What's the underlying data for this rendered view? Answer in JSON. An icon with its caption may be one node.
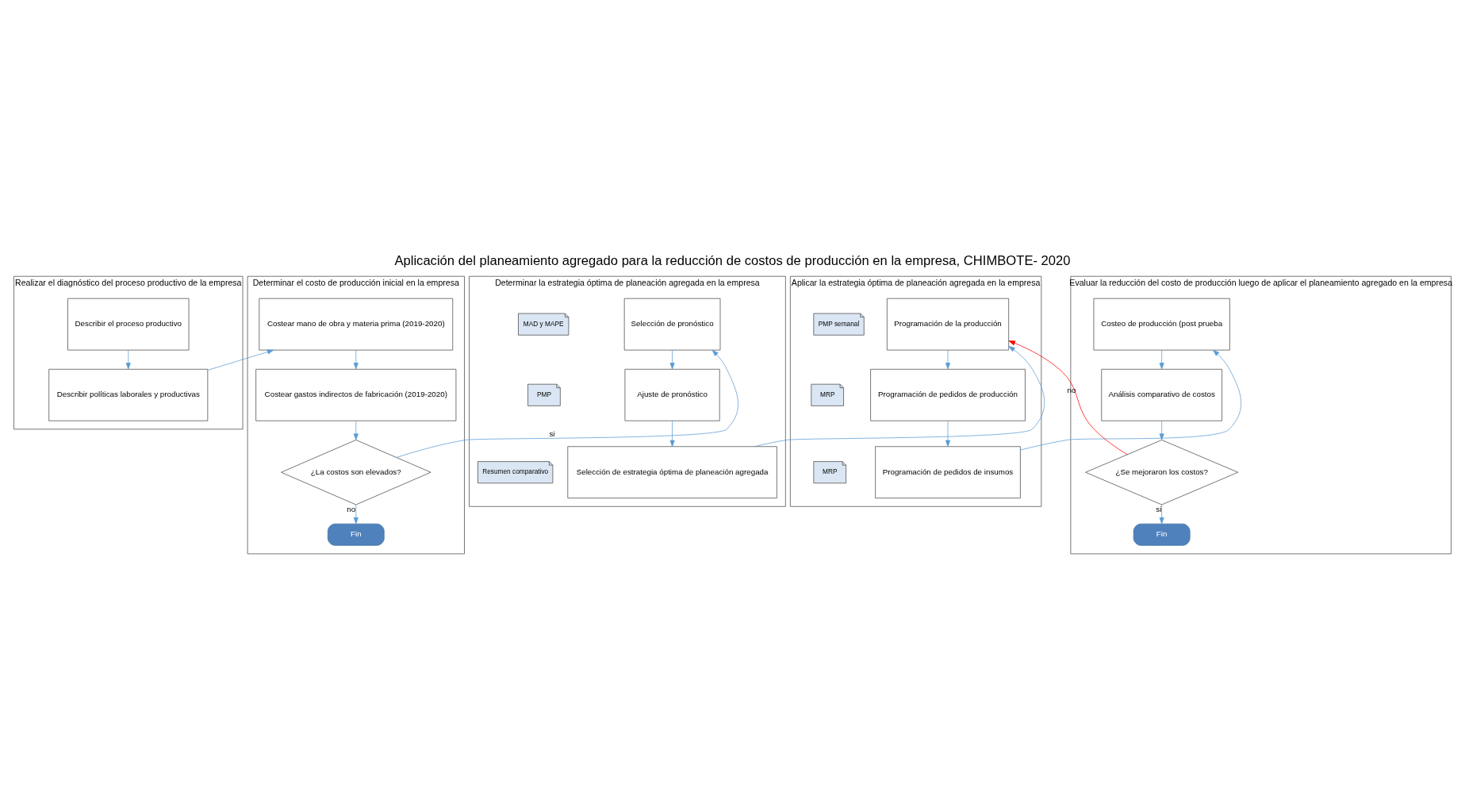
{
  "diagram": {
    "title": "Aplicación del planeamiento agregado para la reducción de costos de producción en la empresa, CHIMBOTE- 2020",
    "nodes": [
      {
        "text": [
          "Realizar el diagnóstico del proceso productivo de la empresa"
        ]
      },
      {
        "text": [
          "Describir el proceso productivo"
        ],
        "in": 0
      },
      {
        "text": [
          "Describir políticas laborales y productivas"
        ],
        "in": 0
      },
      {
        "text": [
          "Determinar el costo de producción inicial en la empresa"
        ]
      },
      {
        "text": [
          "Costear mano de obra y materia prima (2019-2020)"
        ],
        "in": 3
      },
      {
        "text": [
          "Costear gastos indirectos de fabricación (2019-2020)"
        ],
        "in": 3
      },
      {
        "text": [
          "¿La costos son elevados?"
        ],
        "in": 3
      },
      {
        "text": [
          "Fin"
        ],
        "in": 3
      },
      {
        "text": [
          "Determinar la estrategia óptima de planeación agregada en la empresa"
        ]
      },
      {
        "text": [
          "Selección de pronóstico"
        ],
        "in": 8
      },
      {
        "text": [
          "MAD y MAPE"
        ],
        "in": 8
      },
      {
        "text": [
          "Ajuste de pronóstico"
        ],
        "in": 8
      },
      {
        "text": [
          "PMP"
        ],
        "in": 8
      },
      {
        "text": [
          "Selección de estrategia óptima de planeación agregada"
        ],
        "in": 8
      },
      {
        "text": [
          "Resumen comparativo"
        ],
        "in": 8
      },
      {
        "text": [
          "Aplicar la estrategia óptima de planeación agregada en la empresa"
        ]
      },
      {
        "text": [
          "Programación de la producción"
        ],
        "in": 15
      },
      {
        "text": [
          "PMP semanal"
        ],
        "in": 15
      },
      {
        "text": [
          "Programación de pedidos de producción"
        ],
        "in": 15
      },
      {
        "text": [
          "MRP"
        ],
        "in": 15
      },
      {
        "text": [
          "Programación de pedidos de insumos"
        ],
        "in": 15
      },
      {
        "text": [
          "MRP"
        ],
        "in": 15
      },
      {
        "text": [
          "Evaluar la reducción del costo de producción luego de aplicar el planeamiento agregado en la empresa"
        ]
      },
      {
        "text": [
          "Costeo de producción (post prueba"
        ],
        "in": 22
      },
      {
        "text": [
          "Análisis comparativo de costos"
        ],
        "in": 22
      },
      {
        "text": [
          "¿Se mejoraron los costos?"
        ],
        "in": 22
      },
      {
        "text": [
          "Fin"
        ],
        "in": 22
      }
    ],
    "edges": [
      {
        "from": 1,
        "to": 2,
        "arrow": "to"
      },
      {
        "from": 2,
        "to": 4,
        "arrow": "to"
      },
      {
        "from": 4,
        "to": 5,
        "arrow": "to"
      },
      {
        "from": 5,
        "to": 6,
        "arrow": "to"
      },
      {
        "from": 6,
        "to": 9,
        "arrow": "to",
        "label": "si"
      },
      {
        "from": 6,
        "to": 7,
        "arrow": "to",
        "label": "no"
      },
      {
        "from": 9,
        "to": 11,
        "arrow": "to"
      },
      {
        "from": 11,
        "to": 13,
        "arrow": "to"
      },
      {
        "from": 13,
        "to": 16,
        "arrow": "to"
      },
      {
        "from": 16,
        "to": 18,
        "arrow": "to"
      },
      {
        "from": 18,
        "to": 20,
        "arrow": "to"
      },
      {
        "from": 20,
        "to": 23,
        "arrow": "to"
      },
      {
        "from": 23,
        "to": 24,
        "arrow": "to"
      },
      {
        "from": 24,
        "to": 25,
        "arrow": "to"
      },
      {
        "from": 25,
        "to": 16,
        "arrow": "to",
        "label": "no",
        "color": "#ff0000"
      },
      {
        "from": 25,
        "to": 26,
        "arrow": "to",
        "label": "si"
      }
    ]
  }
}
